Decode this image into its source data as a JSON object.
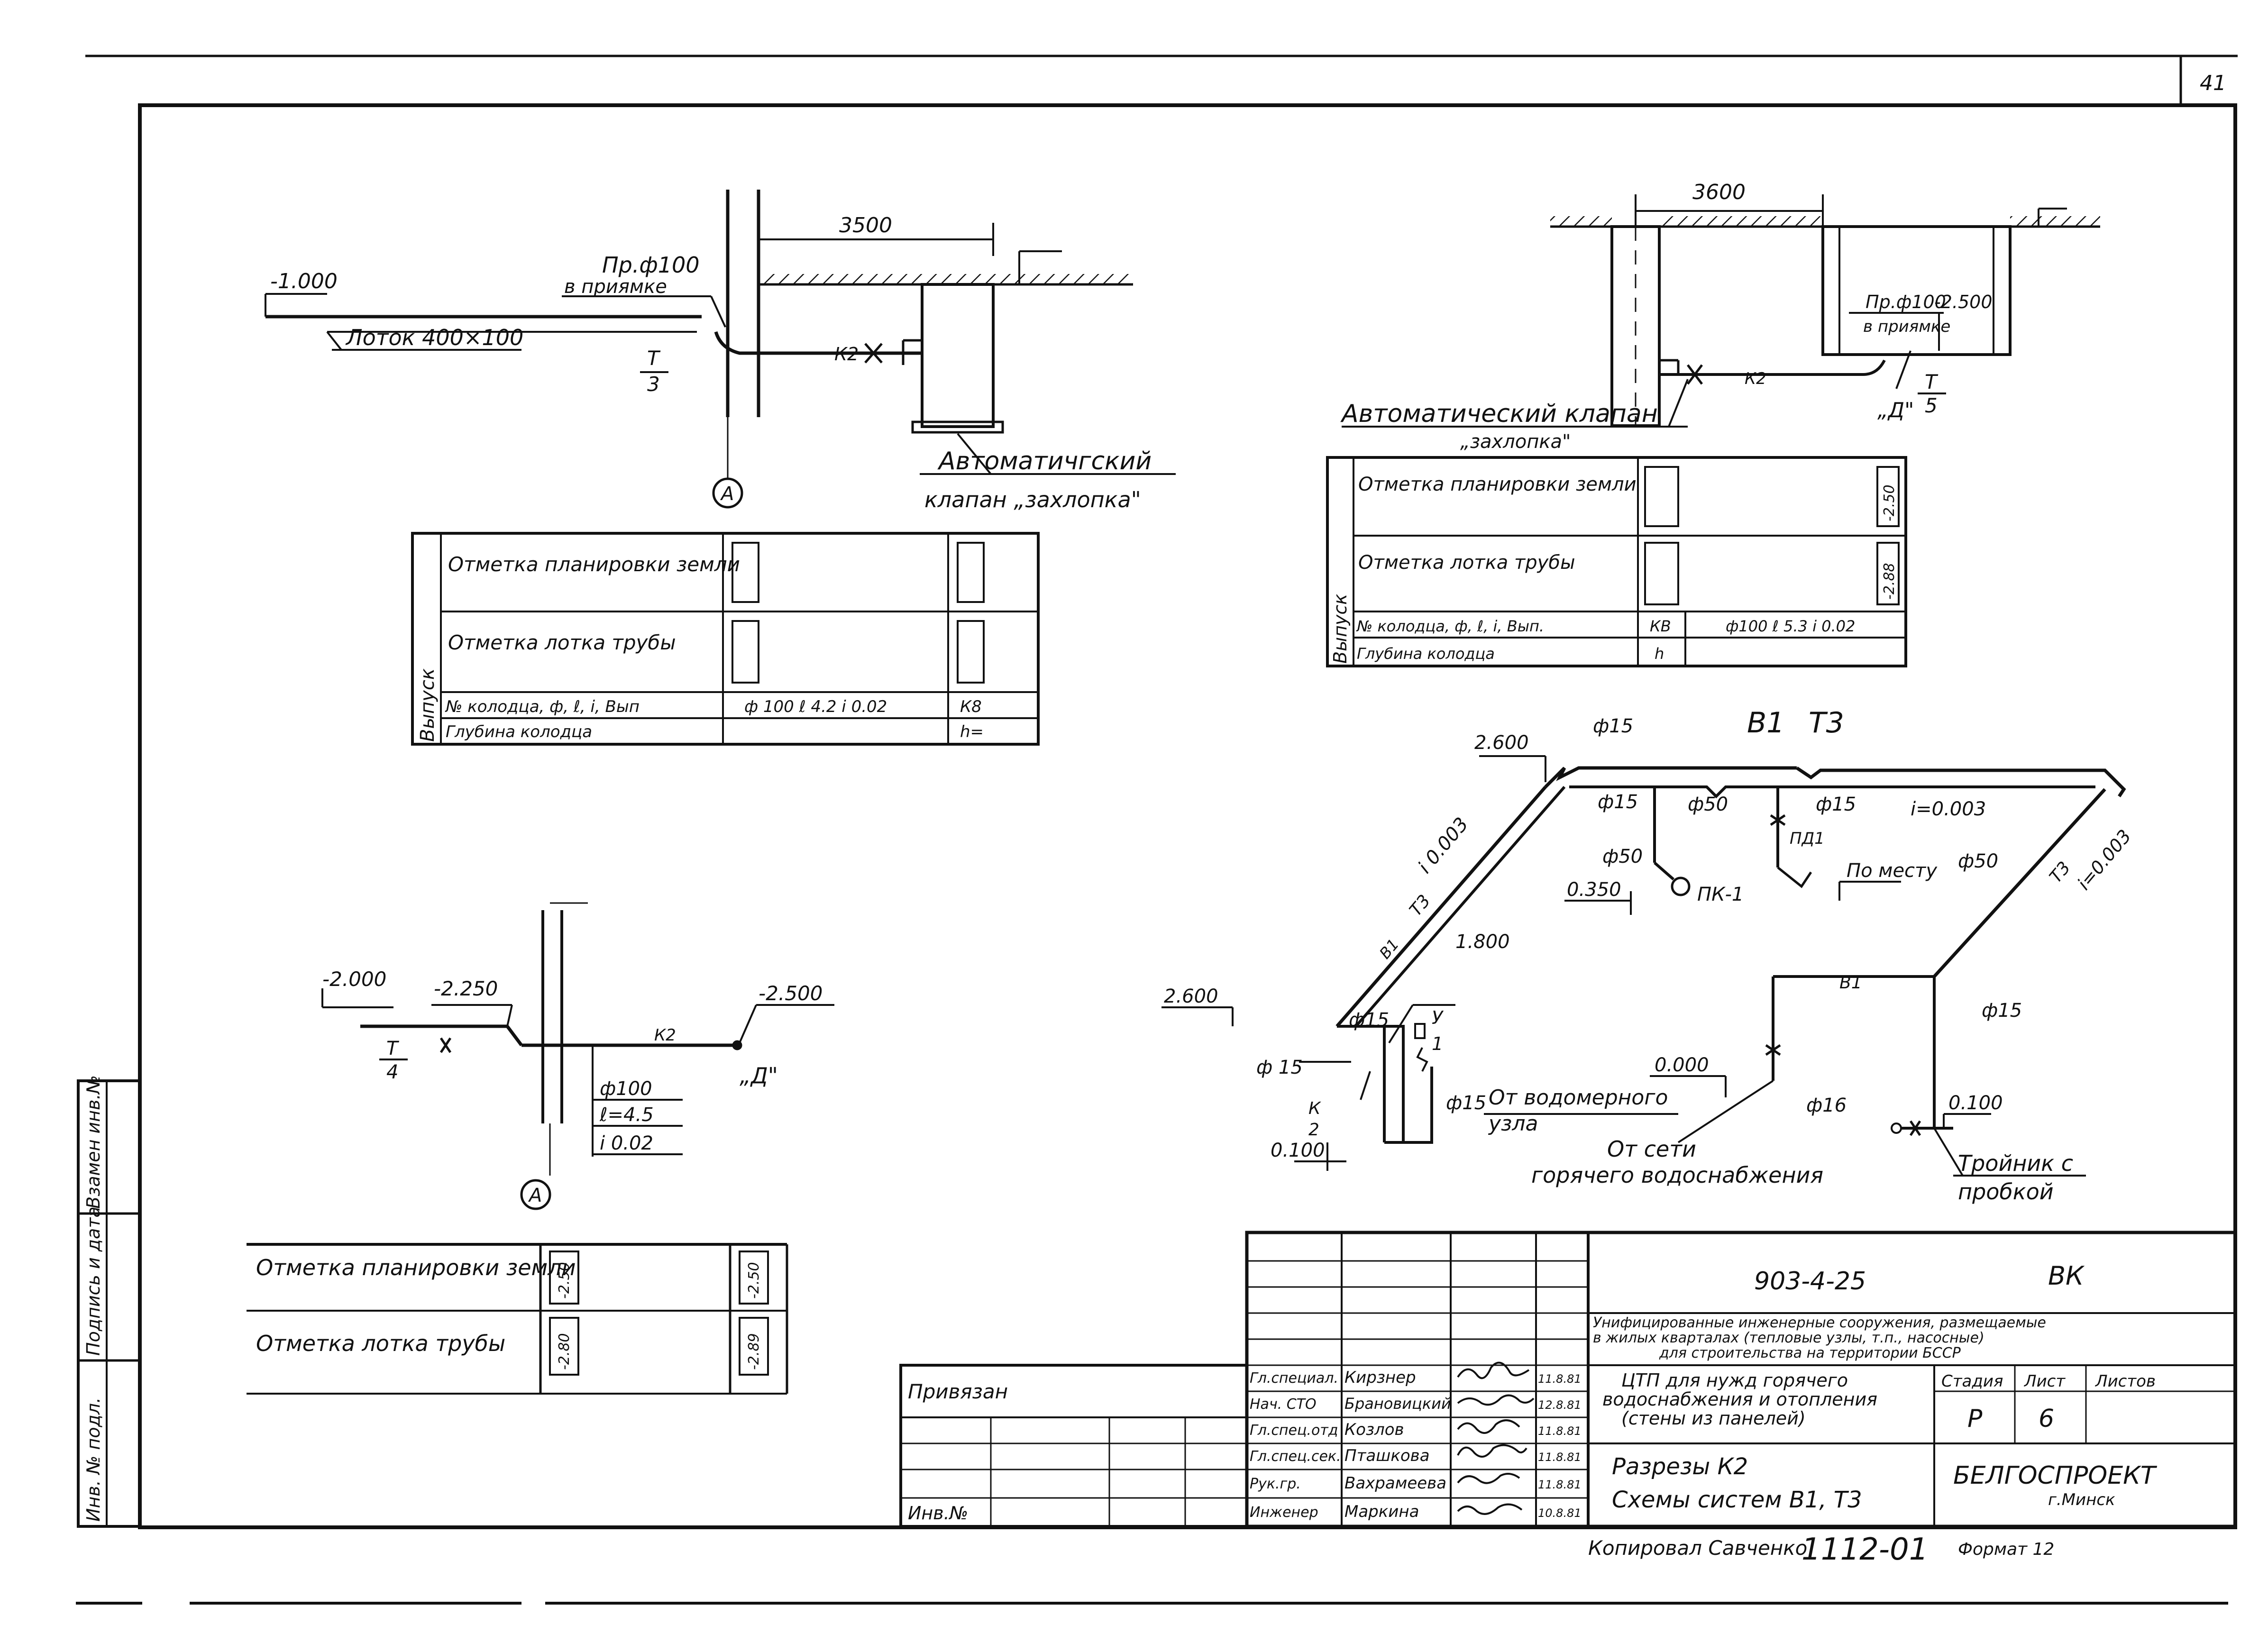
{
  "sheet": {
    "page_number": "41",
    "side_stamp": [
      "Инв. № подл.",
      "Подпись и дата",
      "Взамен инв.№"
    ]
  },
  "section_a": {
    "level_minus_1000": "-1.000",
    "pipe_label_1": "Пр.ф100",
    "pipe_label_2": "в приямке",
    "tray_label": "Лоток 400×100",
    "dim_3500": "3500",
    "callout_t_num": "Т",
    "callout_t_den": "3",
    "k2_label": "К2",
    "axis_label": "А",
    "valve_label_1": "Автоматичгский",
    "valve_label_2": "клапан „захлопка\""
  },
  "table_a": {
    "side_label": "Выпуск",
    "row1": "Отметка планировки земли",
    "row2": "Отметка лотка трубы",
    "row3": "№ колодца, ф, ℓ, i, Вып",
    "row3_value": "ф 100  ℓ 4.2  i 0.02",
    "row3_end": "К8",
    "row4": "Глубина колодца",
    "row4_end": "h="
  },
  "section_b": {
    "dim_3600": "3600",
    "pipe_label_1": "Пр.ф100",
    "pipe_label_2": "в приямке",
    "level": "-2.500",
    "k2_label": "К2",
    "point_d": "„Д\"",
    "callout_t_num": "Т",
    "callout_t_den": "5",
    "valve_label_1": "Автоматический клапан",
    "valve_label_2": "„захлопка\""
  },
  "table_b": {
    "side_label": "Выпуск",
    "row1": "Отметка планировки земли",
    "row1_value": "-2.50",
    "row2": "Отметка лотка трубы",
    "row2_value": "-2.88",
    "row3": "№ колодца, ф, ℓ, i, Вып.",
    "row3_mid": "КВ",
    "row3_value": "ф100  ℓ 5.3  i 0.02",
    "row4": "Глубина колодца",
    "row4_mid": "h"
  },
  "section_c": {
    "level_1": "-2.000",
    "level_2": "-2.250",
    "level_3": "-2.500",
    "callout_t_num": "Т",
    "callout_t_den": "4",
    "k2_label": "К2",
    "point_d": "„Д\"",
    "pipe_d": "ф100",
    "pipe_l": "ℓ=4.5",
    "pipe_i": "i 0.02",
    "axis_label": "А"
  },
  "table_c": {
    "row1": "Отметка планировки земли",
    "row1_value": "-2.50",
    "row1_end": "-2.50",
    "row2": "Отметка лотка трубы",
    "row2_value": "-2.80",
    "row2_end": "-2.89"
  },
  "scheme": {
    "title_b1": "В1",
    "title_t3": "Т3",
    "lbl_2600_top": "2.600",
    "lbl_2600_left": "2.600",
    "lbl_1800": "1.800",
    "lbl_0350": "0.350",
    "lbl_0000": "0.000",
    "lbl_0100_left": "0.100",
    "lbl_0100_right": "0.100",
    "lbl_f15_top": "ф15",
    "lbl_f15_a": "ф15",
    "lbl_f50_a": "ф50",
    "lbl_f15_b": "ф15",
    "lbl_i0003_top": "i=0.003",
    "lbl_i0003_left": "i 0.003",
    "lbl_i0003_right": "i=0.003",
    "lbl_f50_b": "ф50",
    "lbl_pk1": "ПК-1",
    "lbl_pd1": "ПД1",
    "lbl_po_mestu": "По месту",
    "lbl_f50_c": "ф50",
    "lbl_b1_mid": "В1",
    "lbl_t3_left": "Т3",
    "lbl_b1_left": "В1",
    "lbl_t3_right": "Т3",
    "lbl_f15_right": "ф15",
    "lbl_f15_left1": "ф15",
    "lbl_f15_left2": "ф 15",
    "lbl_y_num": "У",
    "lbl_y_den": "1",
    "lbl_k_num": "К",
    "lbl_k_den": "2",
    "lbl_f15_low": "ф15",
    "lbl_from_water_1": "От водомерного",
    "lbl_from_water_2": "узла",
    "lbl_f16": "ф16",
    "lbl_from_net_1": "От сети",
    "lbl_from_net_2": "горячего водоснабжения",
    "lbl_tee_1": "Тройник с",
    "lbl_tee_2": "пробкой"
  },
  "stamp": {
    "doc_code": "903-4-25",
    "section_code": "ВК",
    "project_1": "Унифицированные инженерные сооружения, размещаемые",
    "project_2": "в жилых кварталах (тепловые узлы, т.п., насосные)",
    "project_3": "для строительства на территории БССР",
    "object_1": "ЦТП для нужд горячего",
    "object_2": "водоснабжения и отопления",
    "object_3": "(стены из панелей)",
    "sheet_title_1": "Разрезы К2",
    "sheet_title_2": "Схемы систем В1, Т3",
    "col_stage": "Стадия",
    "col_sheet": "Лист",
    "col_sheets": "Листов",
    "stage": "Р",
    "sheet_no": "6",
    "org_1": "БЕЛГОСПРОЕКТ",
    "org_2": "г.Минск",
    "bound": "Привязан",
    "inv": "Инв.№",
    "copied": "Копировал  Савченко",
    "order_no": "1112-01",
    "format": "Формат 12",
    "signers": [
      {
        "role": "Гл.специал.",
        "name": "Кирзнер",
        "date": "11.8.81"
      },
      {
        "role": "Нач. СТО",
        "name": "Брановицкий",
        "date": "12.8.81"
      },
      {
        "role": "Гл.спец.отд",
        "name": "Козлов",
        "date": "11.8.81"
      },
      {
        "role": "Гл.спец.сек.",
        "name": "Пташкова",
        "date": "11.8.81"
      },
      {
        "role": "Рук.гр.",
        "name": "Вахрамеева",
        "date": "11.8.81"
      },
      {
        "role": "Инженер",
        "name": "Маркина",
        "date": "10.8.81"
      }
    ]
  }
}
